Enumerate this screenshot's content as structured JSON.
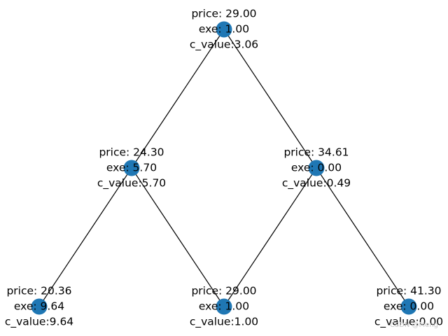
{
  "colors": {
    "node": "#1f77b4",
    "edge": "#000000",
    "text": "#000000",
    "watermark": "#c8c8c8",
    "background": "#ffffff"
  },
  "tree": {
    "nodes": [
      {
        "id": "n0",
        "level": 0,
        "pos": 0,
        "price_text": "price: 29.00",
        "exe_text": "exe: 1.00",
        "c_value_text": "c_value:3.06"
      },
      {
        "id": "n1",
        "level": 1,
        "pos": 0,
        "price_text": "price: 24.30",
        "exe_text": "exe: 5.70",
        "c_value_text": "c_value:5.70"
      },
      {
        "id": "n2",
        "level": 1,
        "pos": 1,
        "price_text": "price: 34.61",
        "exe_text": "exe: 0.00",
        "c_value_text": "c_value:0.49"
      },
      {
        "id": "n3",
        "level": 2,
        "pos": 0,
        "price_text": "price: 20.36",
        "exe_text": "exe: 9.64",
        "c_value_text": "c_value:9.64"
      },
      {
        "id": "n4",
        "level": 2,
        "pos": 1,
        "price_text": "price: 29.00",
        "exe_text": "exe: 1.00",
        "c_value_text": "c_value:1.00"
      },
      {
        "id": "n5",
        "level": 2,
        "pos": 2,
        "price_text": "price: 41.30",
        "exe_text": "exe: 0.00",
        "c_value_text": "c_value:0.00"
      }
    ],
    "edges": [
      {
        "from": "n0",
        "to": "n1"
      },
      {
        "from": "n0",
        "to": "n2"
      },
      {
        "from": "n1",
        "to": "n3"
      },
      {
        "from": "n1",
        "to": "n4"
      },
      {
        "from": "n2",
        "to": "n4"
      },
      {
        "from": "n2",
        "to": "n5"
      }
    ]
  },
  "watermark": {
    "text": "CSDN @Meng"
  }
}
